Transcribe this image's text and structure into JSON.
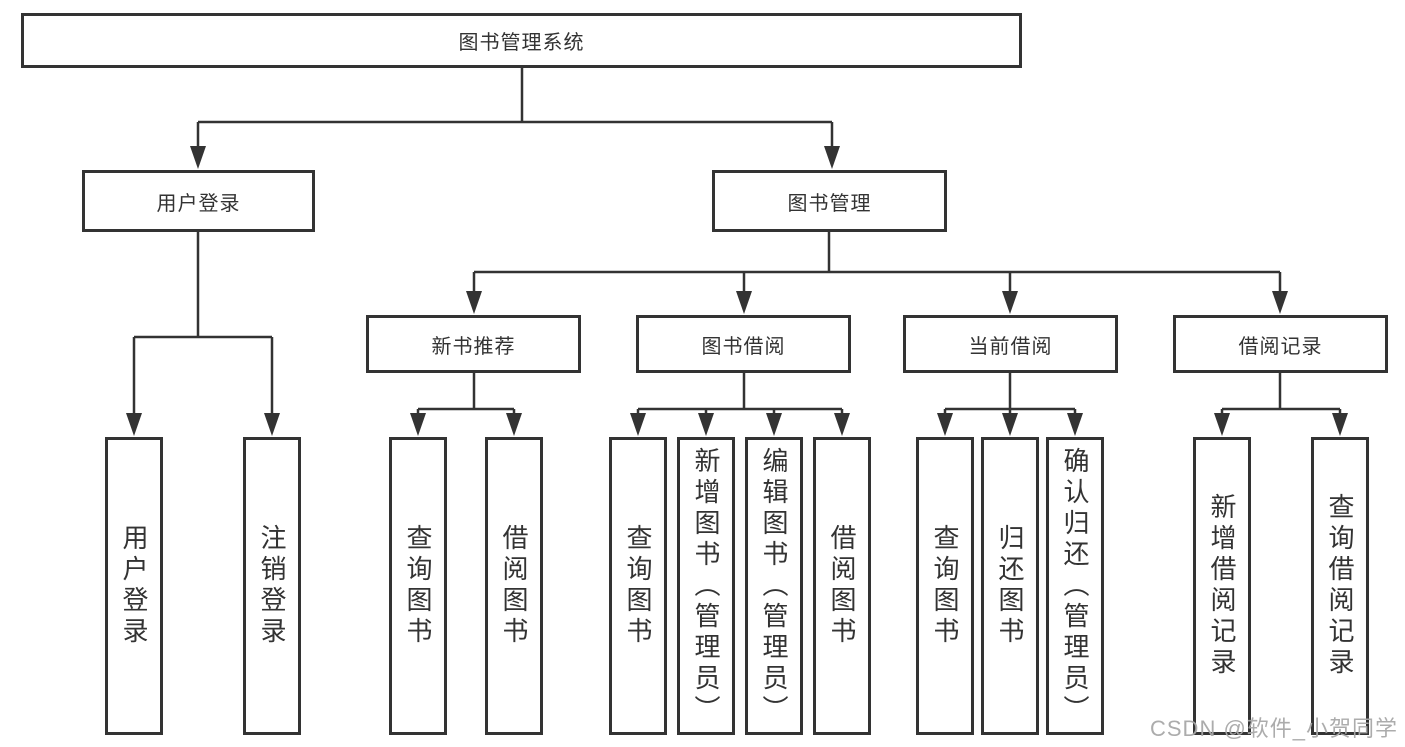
{
  "diagram": {
    "root": {
      "label": "图书管理系统"
    },
    "level2": [
      {
        "label": "用户登录"
      },
      {
        "label": "图书管理"
      }
    ],
    "level3": [
      {
        "label": "新书推荐"
      },
      {
        "label": "图书借阅"
      },
      {
        "label": "当前借阅"
      },
      {
        "label": "借阅记录"
      }
    ],
    "leaves": {
      "user_login": [
        "用户登录",
        "注销登录"
      ],
      "new_books": [
        "查询图书",
        "借阅图书"
      ],
      "book_borrow": [
        "查询图书",
        "新增图书（管理员）",
        "编辑图书（管理员）",
        "借阅图书"
      ],
      "current_borrow": [
        "查询图书",
        "归还图书",
        "确认归还（管理员）"
      ],
      "borrow_records": [
        "新增借阅记录",
        "查询借阅记录"
      ]
    }
  },
  "watermark": {
    "text": "CSDN @软件_小贺同学"
  },
  "colors": {
    "line": "#333333",
    "box_border": "#333333",
    "text": "#333333",
    "watermark": "#a8a8a8",
    "background": "#ffffff"
  }
}
